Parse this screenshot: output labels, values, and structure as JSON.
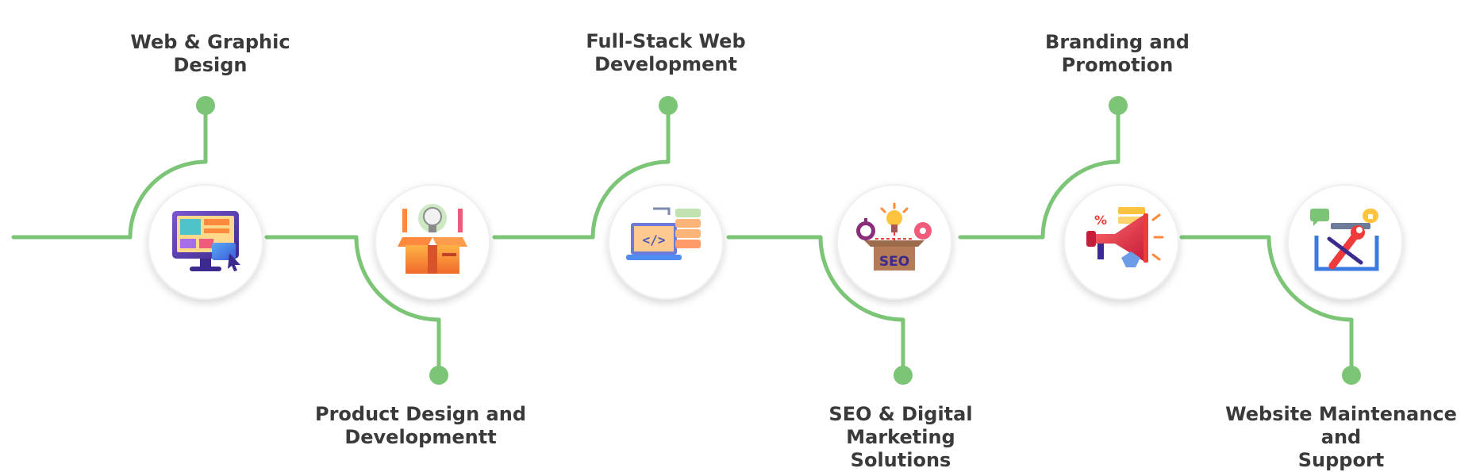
{
  "colors": {
    "line": "#7cc576",
    "circle_fill": "#ffffff",
    "circle_shadow": "#d9d9d9",
    "text": "#3a3a3a"
  },
  "services": [
    {
      "title_lines": [
        "Web & Graphic",
        "Design"
      ],
      "icon": "monitor-design-icon",
      "position": "top"
    },
    {
      "title_lines": [
        "Product Design and",
        "Developmentt"
      ],
      "icon": "box-lightbulb-icon",
      "position": "bottom"
    },
    {
      "title_lines": [
        "Full-Stack Web",
        "Development"
      ],
      "icon": "laptop-code-server-icon",
      "position": "top"
    },
    {
      "title_lines": [
        "SEO & Digital Marketing",
        "Solutions"
      ],
      "icon": "seo-box-icon",
      "position": "bottom"
    },
    {
      "title_lines": [
        "Branding and",
        "Promotion"
      ],
      "icon": "megaphone-icon",
      "position": "top"
    },
    {
      "title_lines": [
        "Website Maintenance and",
        "Support"
      ],
      "icon": "screen-wrench-icon",
      "position": "bottom"
    }
  ]
}
